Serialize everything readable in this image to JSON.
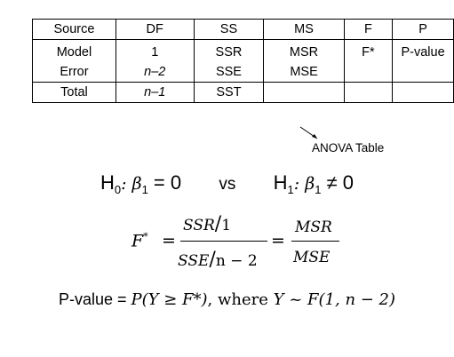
{
  "table": {
    "headers": [
      "Source",
      "DF",
      "SS",
      "MS",
      "F",
      "P"
    ],
    "rows": [
      [
        "Model",
        "1",
        "SSR",
        "MSR",
        "F*",
        "P-value"
      ],
      [
        "Error",
        "n–2",
        "SSE",
        "MSE",
        "",
        ""
      ],
      [
        "Total",
        "n–1",
        "SST",
        "",
        "",
        ""
      ]
    ],
    "caption": "ANOVA Table"
  },
  "hypothesis": {
    "h0_letter": "H",
    "h0_sub": "0",
    "h0_rest": ": β",
    "h0_beta_sub": "1",
    "h0_value": " = 0",
    "vs": "vs",
    "h1_letter": "H",
    "h1_sub": "1",
    "h1_rest": ": β",
    "h1_beta_sub": "1",
    "h1_value": " ≠ 0"
  },
  "formula": {
    "lhs": "F",
    "lhs_sup": "*",
    "eq": "=",
    "num1_var": "SSR",
    "num1_div": "1",
    "den1_var": "SSE",
    "den1_div": "n − 2",
    "num2": "MSR",
    "den2": "MSE"
  },
  "pvalue": {
    "label": "P-value = ",
    "expr": "P(Y ≥ F*)",
    "where": ", where ",
    "dist": "Y ~ F(1, n − 2)"
  }
}
